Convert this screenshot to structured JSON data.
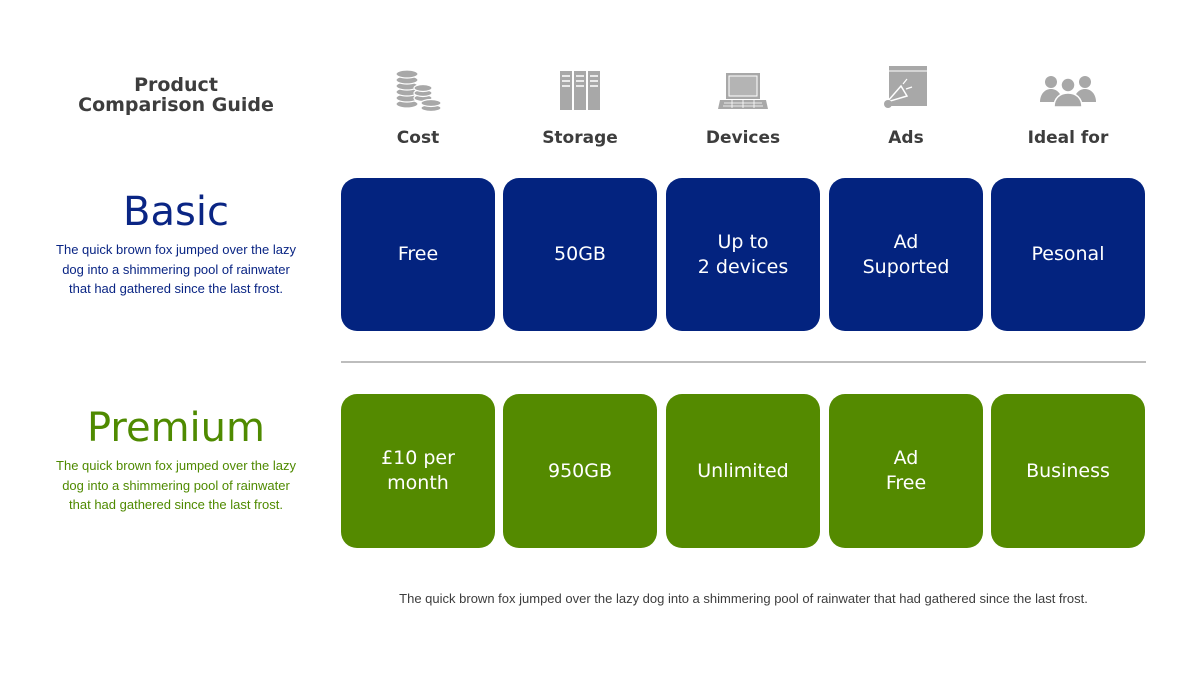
{
  "title": "Product Comparison Guide",
  "columns": [
    {
      "label": "Cost",
      "icon": "coins-icon"
    },
    {
      "label": "Storage",
      "icon": "server-icon"
    },
    {
      "label": "Devices",
      "icon": "laptop-icon"
    },
    {
      "label": "Ads",
      "icon": "megaphone-icon"
    },
    {
      "label": "Ideal for",
      "icon": "people-icon"
    }
  ],
  "plans": [
    {
      "name": "Basic",
      "description": "The quick brown fox jumped over the lazy dog into a shimmering pool of rainwater that had gathered since the last frost.",
      "color": "#03237f",
      "values": [
        "Free",
        "50GB",
        "Up to\n2 devices",
        "Ad\nSuported",
        "Pesonal"
      ]
    },
    {
      "name": "Premium",
      "description": "The quick brown fox jumped over the lazy dog into a shimmering pool of rainwater that had gathered since the last frost.",
      "color": "#548a00",
      "values": [
        "£10 per\nmonth",
        "950GB",
        "Unlimited",
        "Ad\nFree",
        "Business"
      ]
    }
  ],
  "footer": "The quick brown fox jumped over the lazy dog into a shimmering pool of rainwater that had gathered since the last frost."
}
